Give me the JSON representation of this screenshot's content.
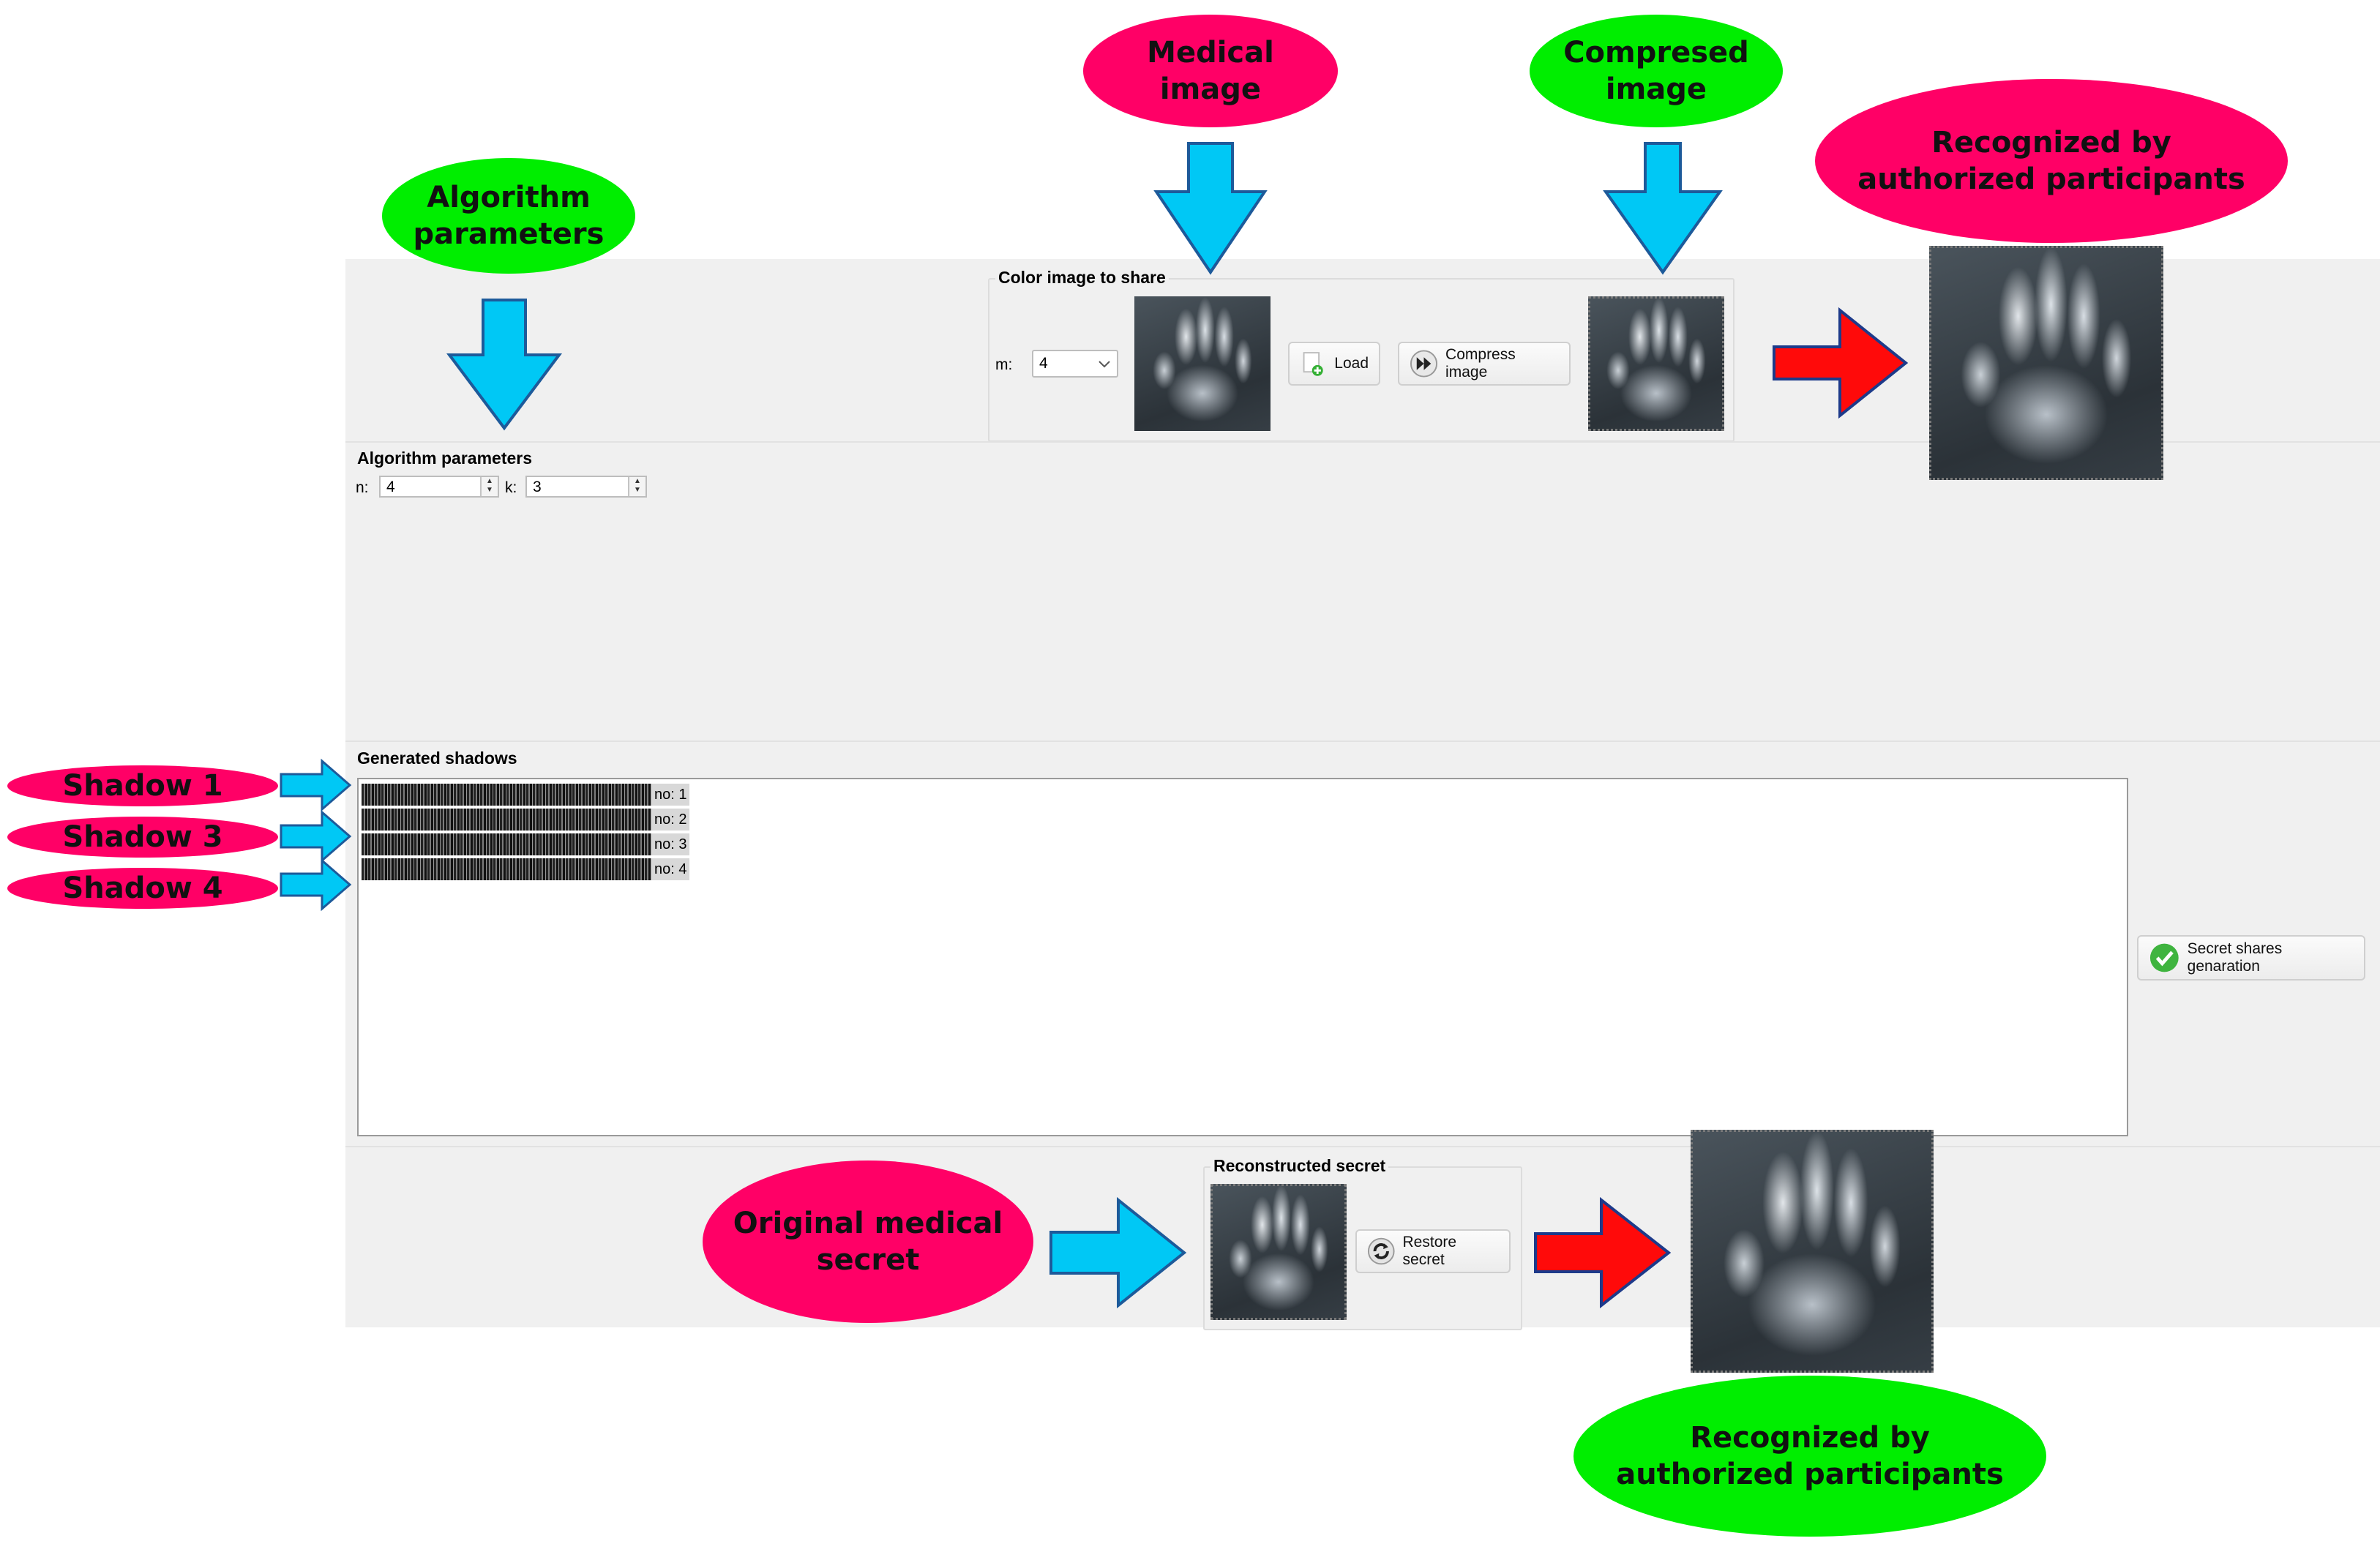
{
  "app": {
    "color_image_group": {
      "title": "Color image to share",
      "m_label": "m:",
      "m_value": "4",
      "load_label": "Load",
      "compress_label": "Compress image"
    },
    "algorithm_params": {
      "title": "Algorithm parameters",
      "n_label": "n:",
      "n_value": "4",
      "k_label": "k:",
      "k_value": "3"
    },
    "shadows": {
      "title": "Generated shadows",
      "items": [
        {
          "label": "no: 1"
        },
        {
          "label": "no: 2"
        },
        {
          "label": "no: 3"
        },
        {
          "label": "no: 4"
        }
      ],
      "generate_label": "Secret shares genaration"
    },
    "reconstructed": {
      "title": "Reconstructed secret",
      "restore_label": "Restore secret"
    }
  },
  "annotations": {
    "medical_image": "Medical\nimage",
    "compressed_image": "Compresed\nimage",
    "recognized_top": "Recognized by\nauthorized participants",
    "algorithm_parameters": "Algorithm\nparameters",
    "shadow_1": "Shadow 1",
    "shadow_3": "Shadow 3",
    "shadow_4": "Shadow 4",
    "original_secret": "Original medical\nsecret",
    "recognized_bottom": "Recognized by\nauthorized participants"
  },
  "colors": {
    "pink": "#ff0066",
    "green": "#00ee00",
    "blue_arrow": "#00c8f5",
    "red_arrow": "#ff0a0a",
    "panel": "#f0f0f0"
  }
}
